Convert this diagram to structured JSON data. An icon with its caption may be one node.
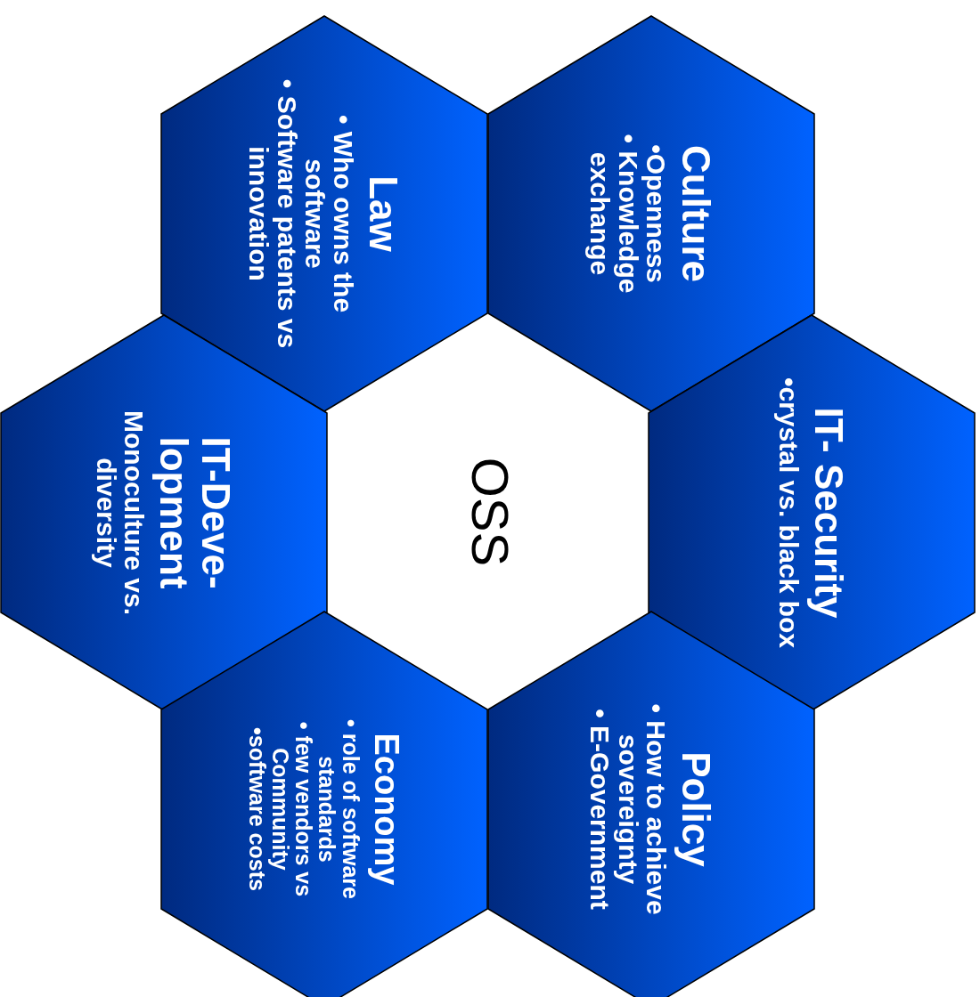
{
  "diagram": {
    "nodes": [
      {
        "text": [
          "Law",
          "• Who owns the software",
          "• Software patents vs innovation"
        ]
      },
      {
        "text": [
          "Culture",
          "•Openness",
          "• Knowledge exchange"
        ]
      },
      {
        "text": [
          "IT-Deve- lopment",
          "Monoculture vs. diversity"
        ]
      },
      {
        "text": [
          "OSS"
        ]
      },
      {
        "text": [
          "IT- Security",
          "•crystal vs. black box"
        ]
      },
      {
        "text": [
          "Economy",
          "• role of software standards",
          "• few vendors vs Community",
          "•software costs"
        ]
      },
      {
        "text": [
          "Policy",
          "• How to achieve sovereignty",
          "• E-Government"
        ]
      }
    ],
    "edges": []
  }
}
